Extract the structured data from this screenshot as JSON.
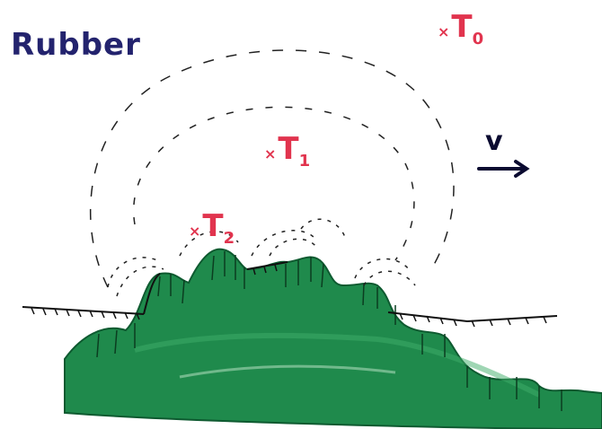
{
  "title": "Rubber",
  "temperatures": [
    {
      "base": "T",
      "sub": "0"
    },
    {
      "base": "T",
      "sub": "1"
    },
    {
      "base": "T",
      "sub": "2"
    }
  ],
  "marker": "×",
  "velocity_label": "v",
  "colors": {
    "rubber_text": "#23236e",
    "temperature_text": "#e1344e",
    "road_green": "#1f8a4c",
    "road_dark": "#0e5a30",
    "ink": "#111111"
  }
}
